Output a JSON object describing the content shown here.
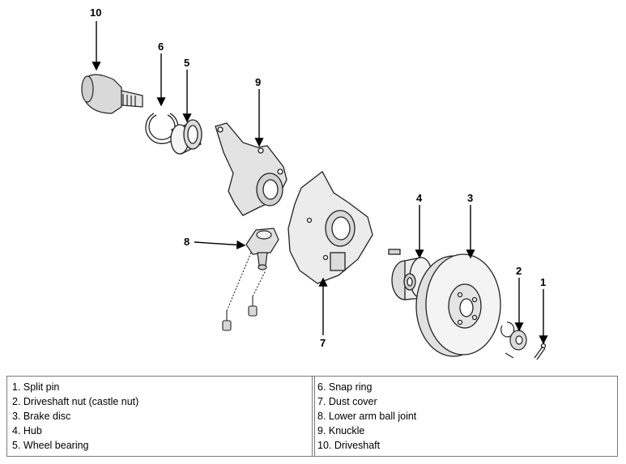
{
  "callouts": {
    "c1": "1",
    "c2": "2",
    "c3": "3",
    "c4": "4",
    "c5": "5",
    "c6": "6",
    "c7": "7",
    "c8": "8",
    "c9": "9",
    "c10": "10"
  },
  "legend": {
    "left": [
      "1. Split pin",
      "2. Driveshaft nut (castle nut)",
      "3. Brake disc",
      "4. Hub",
      "5. Wheel bearing"
    ],
    "right": [
      "6. Snap ring",
      "7. Dust cover",
      "8. Lower arm ball joint",
      "9. Knuckle",
      "10. Driveshaft"
    ]
  }
}
